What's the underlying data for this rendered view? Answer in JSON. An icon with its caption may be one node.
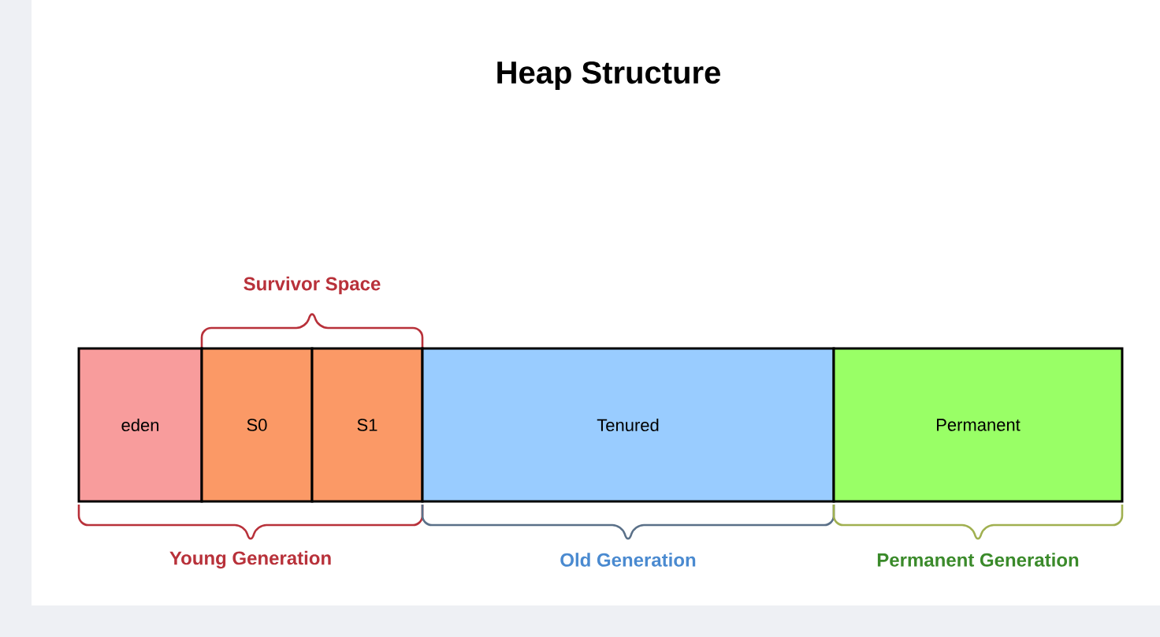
{
  "diagram": {
    "title": "Heap Structure",
    "nodes": [
      {
        "text": [
          "eden"
        ]
      },
      {
        "text": [
          "S0"
        ]
      },
      {
        "text": [
          "S1"
        ]
      },
      {
        "text": [
          "Tenured"
        ]
      },
      {
        "text": [
          "Permanent"
        ]
      }
    ],
    "labels": [
      "Survivor Space",
      "Young Generation",
      "Old Generation",
      "Permanent Generation"
    ]
  }
}
